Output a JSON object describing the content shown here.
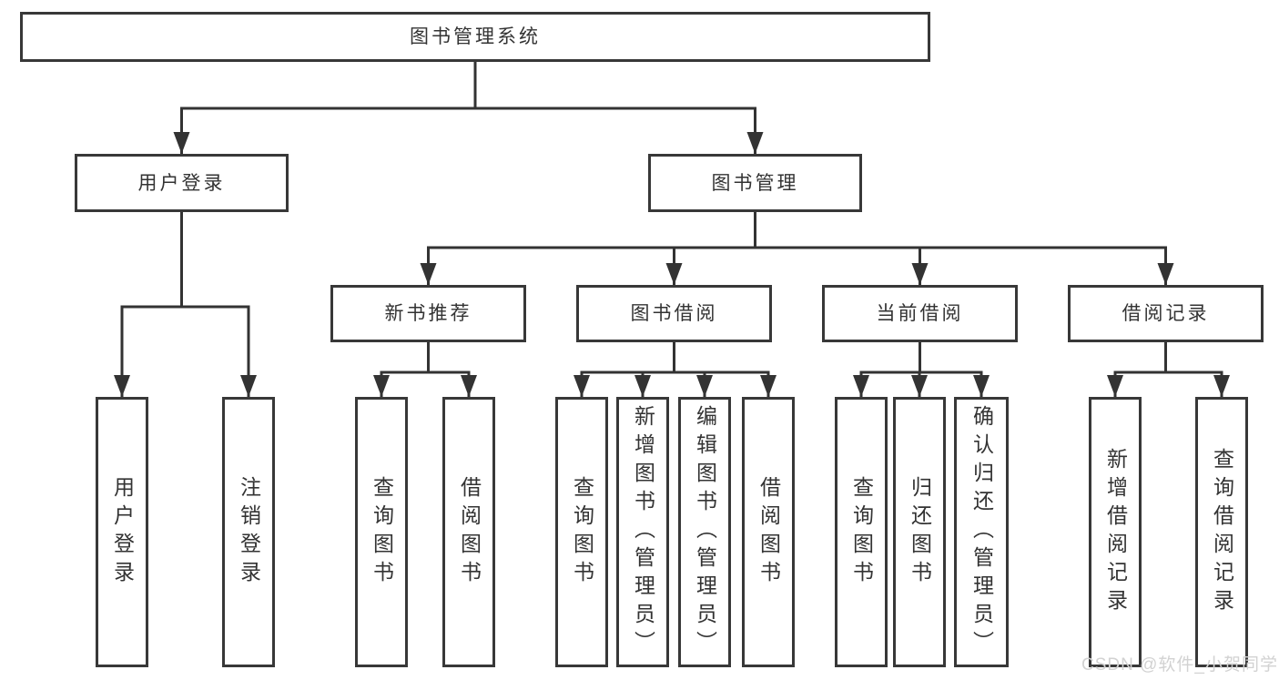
{
  "diagram": {
    "root": {
      "label": "图书管理系统"
    },
    "level2": [
      {
        "label": "用户登录"
      },
      {
        "label": "图书管理"
      }
    ],
    "level3": [
      {
        "label": "新书推荐"
      },
      {
        "label": "图书借阅"
      },
      {
        "label": "当前借阅"
      },
      {
        "label": "借阅记录"
      }
    ],
    "leaves": {
      "user_login": [
        {
          "label": "用户登录"
        },
        {
          "label": "注销登录"
        }
      ],
      "new_book": [
        {
          "label": "查询图书"
        },
        {
          "label": "借阅图书"
        }
      ],
      "book_borrow": [
        {
          "label": "查询图书"
        },
        {
          "label": "新增图书（管理员）"
        },
        {
          "label": "编辑图书（管理员）"
        },
        {
          "label": "借阅图书"
        }
      ],
      "current_borrow": [
        {
          "label": "查询图书"
        },
        {
          "label": "归还图书"
        },
        {
          "label": "确认归还（管理员）"
        }
      ],
      "borrow_record": [
        {
          "label": "新增借阅记录"
        },
        {
          "label": "查询借阅记录"
        }
      ]
    }
  },
  "watermark": {
    "text": "CSDN @软件_小贺同学"
  },
  "colors": {
    "background": "#ffffff",
    "box_fill": "#ffffff",
    "box_border": "#383838",
    "text": "#333333",
    "line": "#333333",
    "watermark": "#d2d2d2"
  }
}
